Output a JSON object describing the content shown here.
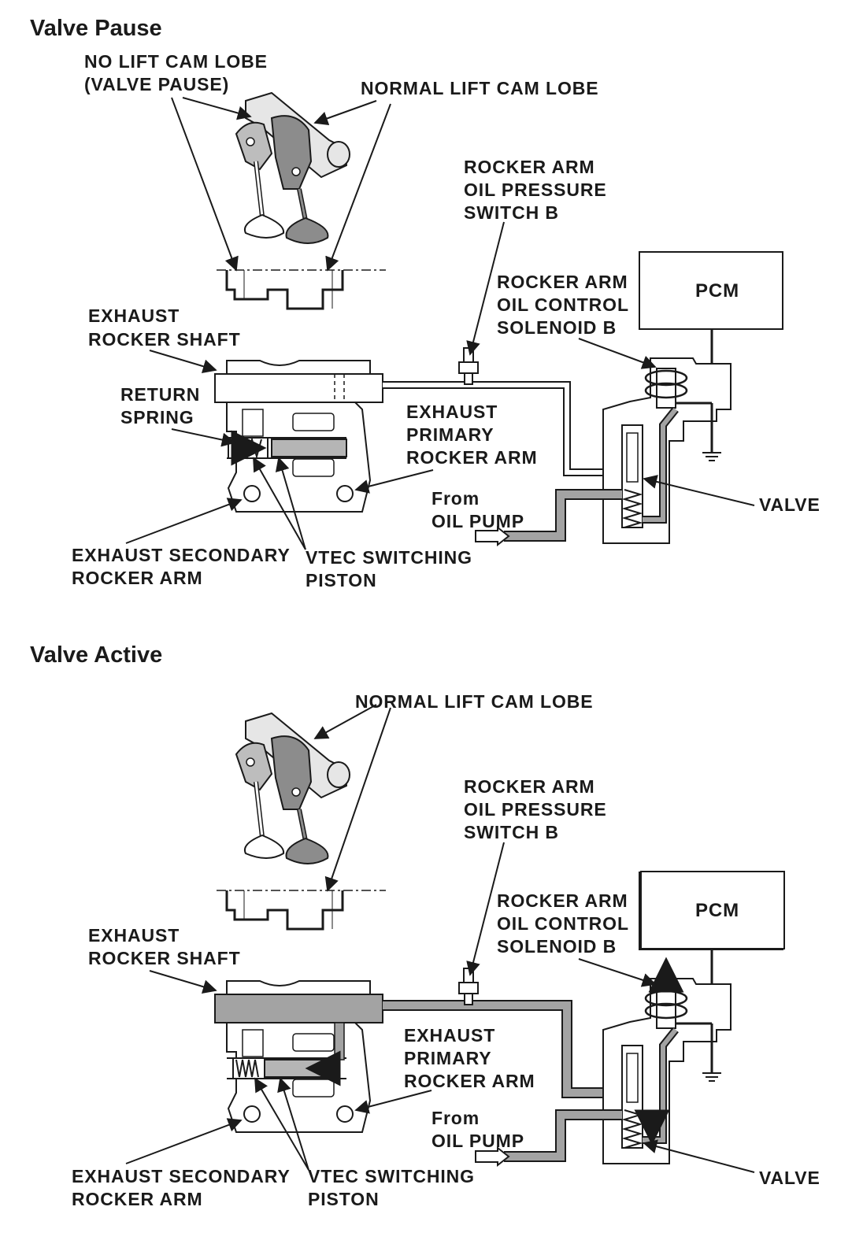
{
  "colors": {
    "ink": "#1a1a1a",
    "oil_fill": "#a3a3a3",
    "part_fill": "#8c8c8c",
    "light_part": "#e6e6e6",
    "background": "#ffffff"
  },
  "panels": [
    {
      "title": "Valve Pause",
      "labels": {
        "cam_no_lift_1": "NO LIFT CAM LOBE",
        "cam_no_lift_2": "(VALVE PAUSE)",
        "cam_normal": "NORMAL LIFT CAM LOBE",
        "switch_1": "ROCKER ARM",
        "switch_2": "OIL PRESSURE",
        "switch_3": "SWITCH B",
        "solenoid_1": "ROCKER ARM",
        "solenoid_2": "OIL CONTROL",
        "solenoid_3": "SOLENOID B",
        "pcm": "PCM",
        "shaft_1": "EXHAUST",
        "shaft_2": "ROCKER SHAFT",
        "spring_1": "RETURN",
        "spring_2": "SPRING",
        "primary_1": "EXHAUST",
        "primary_2": "PRIMARY",
        "primary_3": "ROCKER ARM",
        "valve": "VALVE",
        "from_1": "From",
        "from_2": "OIL PUMP",
        "secondary_1": "EXHAUST SECONDARY",
        "secondary_2": "ROCKER ARM",
        "piston_1": "VTEC SWITCHING",
        "piston_2": "PISTON"
      }
    },
    {
      "title": "Valve Active",
      "labels": {
        "cam_normal": "NORMAL LIFT CAM LOBE",
        "switch_1": "ROCKER ARM",
        "switch_2": "OIL PRESSURE",
        "switch_3": "SWITCH B",
        "solenoid_1": "ROCKER ARM",
        "solenoid_2": "OIL CONTROL",
        "solenoid_3": "SOLENOID B",
        "pcm": "PCM",
        "shaft_1": "EXHAUST",
        "shaft_2": "ROCKER SHAFT",
        "primary_1": "EXHAUST",
        "primary_2": "PRIMARY",
        "primary_3": "ROCKER ARM",
        "valve": "VALVE",
        "from_1": "From",
        "from_2": "OIL PUMP",
        "secondary_1": "EXHAUST SECONDARY",
        "secondary_2": "ROCKER ARM",
        "piston_1": "VTEC SWITCHING",
        "piston_2": "PISTON"
      }
    }
  ]
}
